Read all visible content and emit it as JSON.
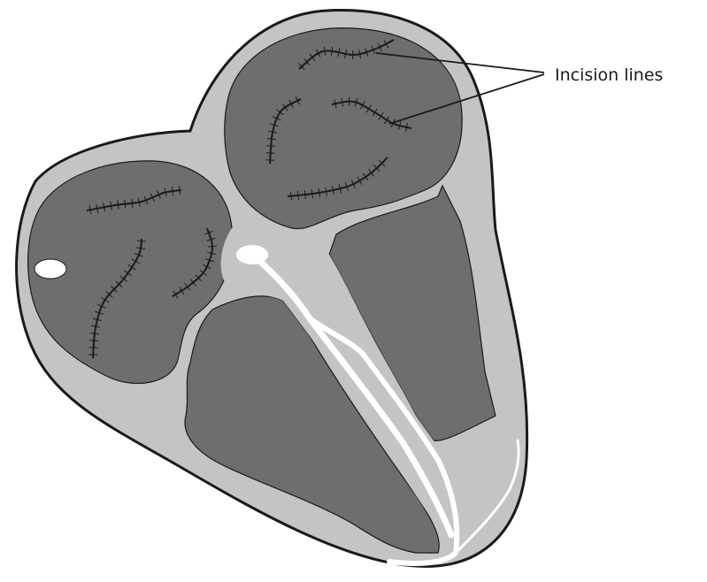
{
  "annotation": {
    "label": "Incision lines"
  },
  "colors": {
    "background": "#ffffff",
    "outer_wall": "#c4c4c4",
    "chamber": "#6e6e6e",
    "outline": "#1a1a1a",
    "conduction": "#ffffff",
    "suture": "#1a1a1a"
  },
  "structures": [
    "heart-outline",
    "right-atrium-chamber",
    "left-atrium-chamber",
    "ventricle-chamber",
    "ventricular-septum",
    "conduction-bundle",
    "sinus-node-spot",
    "av-node-spot"
  ]
}
